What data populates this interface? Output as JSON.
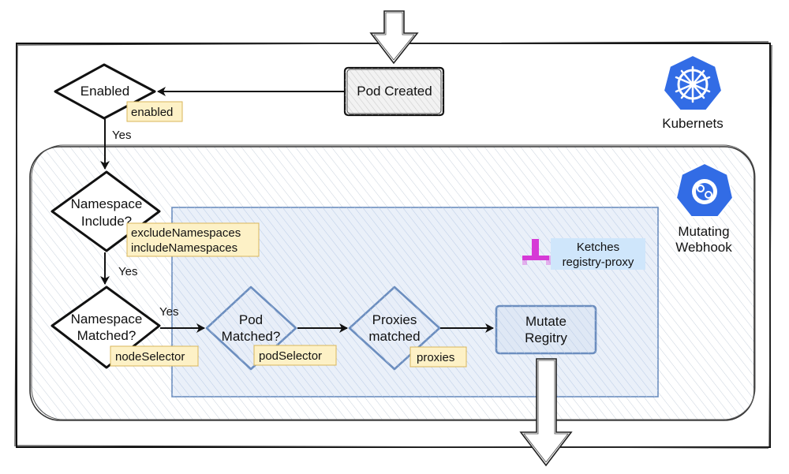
{
  "diagram": {
    "nodes": {
      "enabled": "Enabled",
      "pod_created": "Pod Created",
      "namespace_include": [
        "Namespace",
        "Include?"
      ],
      "namespace_matched": [
        "Namespace",
        "Matched?"
      ],
      "pod_matched": [
        "Pod",
        "Matched?"
      ],
      "proxies_matched": [
        "Proxies",
        "matched"
      ],
      "mutate_registry": [
        "Mutate",
        "Regitry"
      ]
    },
    "tags": {
      "enabled": "enabled",
      "namespaces": [
        "excludeNamespaces",
        "includeNamespaces"
      ],
      "node_selector": "nodeSelector",
      "pod_selector": "podSelector",
      "proxies": "proxies"
    },
    "edge_labels": {
      "yes_1": "Yes",
      "yes_2": "Yes",
      "yes_3": "Yes"
    },
    "logos": {
      "kubernetes": {
        "label": "Kubernets",
        "icon": "kubernetes-helm-wheel-icon",
        "color": "#326ce5"
      },
      "webhook": {
        "label": [
          "Mutating",
          "Webhook"
        ],
        "icon": "kubernetes-webhook-icon",
        "color": "#326ce5"
      },
      "ketches": {
        "label": [
          "Ketches",
          "registry-proxy"
        ],
        "icon": "ketches-tee-icon",
        "color": "#d63ad6"
      }
    },
    "colors": {
      "tag_fill": "#fdf1c6",
      "tag_stroke": "#d9b65a",
      "inner_stroke": "#6c8ebf",
      "logo_bg": "#cfe6fb"
    }
  }
}
